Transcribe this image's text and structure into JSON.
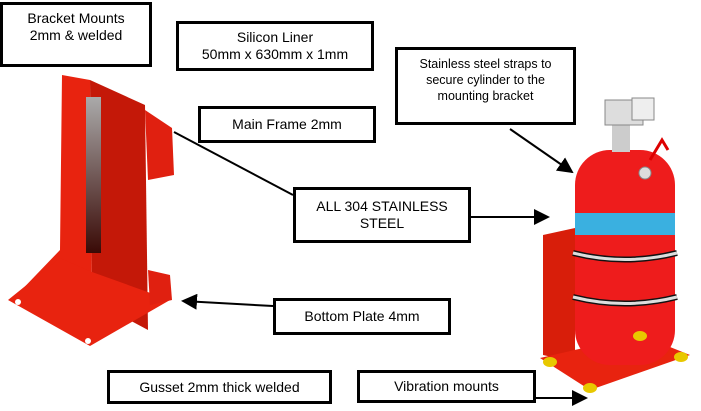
{
  "labels": {
    "bracket_mounts": [
      "Bracket Mounts",
      "2mm & welded"
    ],
    "silicon_liner": [
      "Silicon Liner",
      "50mm x 630mm x 1mm"
    ],
    "straps": [
      "Stainless steel straps to",
      "secure cylinder to the",
      "mounting bracket"
    ],
    "main_frame": "Main Frame 2mm",
    "material": [
      "ALL 304 STAINLESS",
      "STEEL"
    ],
    "bottom_plate": "Bottom Plate 4mm",
    "gusset": "Gusset 2mm thick welded",
    "vibration_mounts": "Vibration mounts"
  },
  "colors": {
    "bracket_red": "#e8230f",
    "cylinder_red": "#ee1c1c",
    "band_blue": "#3ab0e0"
  }
}
